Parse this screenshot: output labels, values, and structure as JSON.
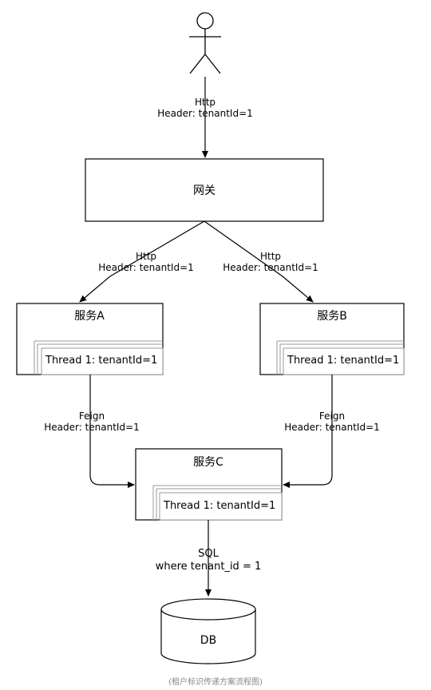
{
  "edge_labels": {
    "user_to_gateway": [
      "Http",
      "Header: tenantId=1"
    ],
    "gateway_to_a": [
      "Http",
      "Header: tenantId=1"
    ],
    "gateway_to_b": [
      "Http",
      "Header: tenantId=1"
    ],
    "a_to_c": [
      "Feign",
      "Header: tenantId=1"
    ],
    "b_to_c": [
      "Feign",
      "Header: tenantId=1"
    ],
    "c_to_db": [
      "SQL",
      "where tenant_id = 1"
    ]
  },
  "nodes": {
    "gateway": "网关",
    "service_a": {
      "title": "服务A",
      "thread": "Thread 1: tenantId=1"
    },
    "service_b": {
      "title": "服务B",
      "thread": "Thread 1: tenantId=1"
    },
    "service_c": {
      "title": "服务C",
      "thread": "Thread 1: tenantId=1"
    },
    "db": "DB"
  },
  "caption": "(租户标识传递方案流程图)"
}
